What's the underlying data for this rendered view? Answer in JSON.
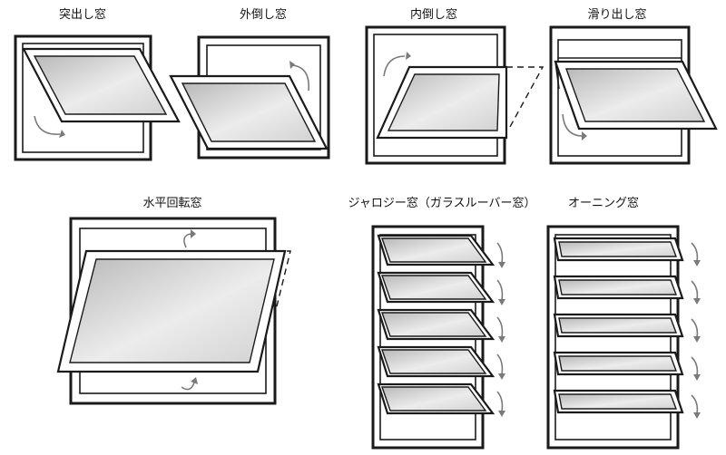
{
  "labels": {
    "tsukidashi": "突出し窓",
    "sotodaoshi": "外倒し窓",
    "uchidaoshi": "内倒し窓",
    "suberidashi": "滑り出し窓",
    "suihei_kaiten": "水平回転窓",
    "jalousie": "ジャロジー窓（ガラスルーバー窓）",
    "awning": "オーニング窓"
  }
}
